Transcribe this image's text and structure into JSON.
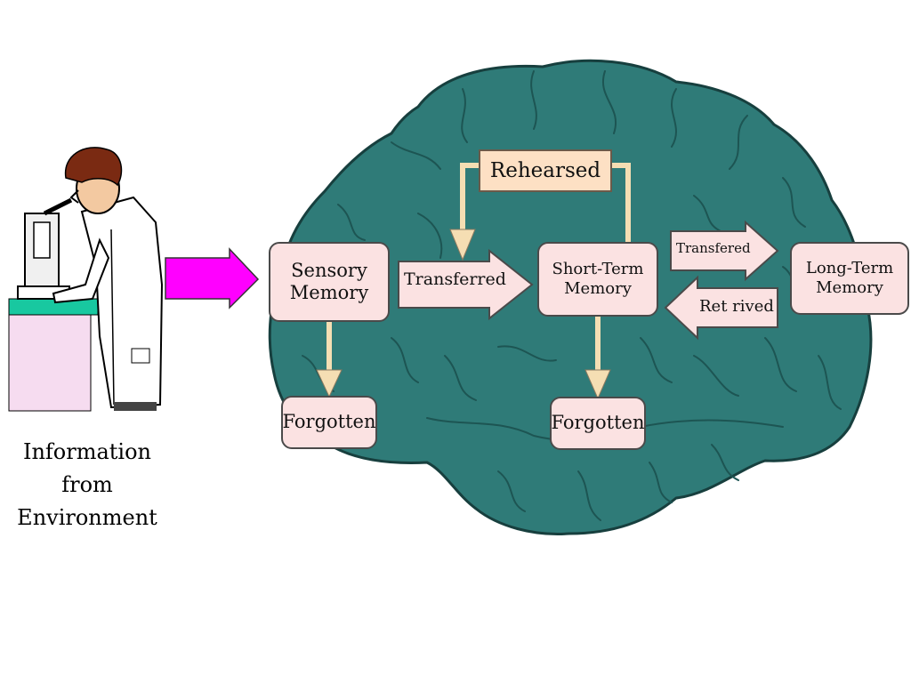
{
  "environment": {
    "caption": "Information from\nEnvironment"
  },
  "stores": {
    "sensory": "Sensory\nMemory",
    "short_term": "Short-Term\nMemory",
    "long_term": "Long-Term\nMemory"
  },
  "outcomes": {
    "sensory_forgotten": "Forgotten",
    "short_term_forgotten": "Forgotten"
  },
  "processes": {
    "rehearsed": "Rehearsed",
    "transferred_to_stm": "Transferred",
    "transferred_to_ltm": "Transfered",
    "retrieved": "Ret rived"
  },
  "colors": {
    "brain": "#2f7b78",
    "brain_lines": "#1d5553",
    "box_fill": "#fbe2e2",
    "arrow_fill": "#fbe2e2",
    "connector": "#f5deb3",
    "input_arrow": "#ff00ff",
    "rehearsed_fill": "#fde0c4"
  },
  "icons": {
    "scientist": "scientist-with-microscope-icon"
  }
}
